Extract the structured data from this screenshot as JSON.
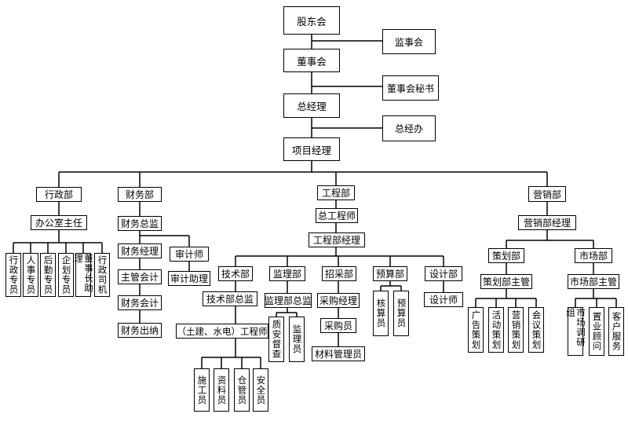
{
  "governance": {
    "shareholders": "股东会",
    "supervisory_board": "监事会",
    "board": "董事会",
    "board_secretary": "董事会秘书",
    "general_manager": "总经理",
    "gm_office": "总经办",
    "project_manager": "项目经理"
  },
  "admin": {
    "dept": "行政部",
    "office_director": "办公室主任",
    "staff": [
      "行政专员",
      "人事专员",
      "后勤专员",
      "企划专员",
      "董事长助理",
      "行政司机"
    ]
  },
  "finance": {
    "dept": "财务部",
    "director": "财务总监",
    "manager": "财务经理",
    "chief_accountant": "主管会计",
    "accountant": "财务会计",
    "cashier": "财务出纳",
    "auditor": "审计师",
    "audit_assistant": "审计助理"
  },
  "engineering": {
    "dept": "工程部",
    "chief_engineer": "总工程师",
    "manager": "工程部经理",
    "tech_dept": "技术部",
    "tech_director": "技术部总监",
    "civil_engineer": "（土建、水电）工程师",
    "tech_staff": [
      "施工员",
      "资料员",
      "仓管员",
      "安全员"
    ],
    "supervision_dept": "监理部",
    "supervision_director": "监理部总监",
    "supervision_staff": [
      "质安督查",
      "监理员"
    ],
    "procurement_dept": "招采部",
    "procurement_manager": "采购经理",
    "buyer": "采购员",
    "material_manager": "材料管理员",
    "budget_dept": "预算部",
    "budget_staff": [
      "核算员",
      "预算员"
    ],
    "design_dept": "设计部",
    "designer": "设计师"
  },
  "marketing": {
    "dept": "营销部",
    "manager": "营销部经理",
    "planning_dept": "策划部",
    "planning_supervisor": "策划部主管",
    "planning_staff": [
      "广告策划",
      "活动策划",
      "营销策划",
      "会议策划"
    ],
    "market_dept": "市场部",
    "market_supervisor": "市场部主管",
    "market_staff": [
      "市场调研组",
      "置业顾问",
      "客户服务"
    ]
  }
}
